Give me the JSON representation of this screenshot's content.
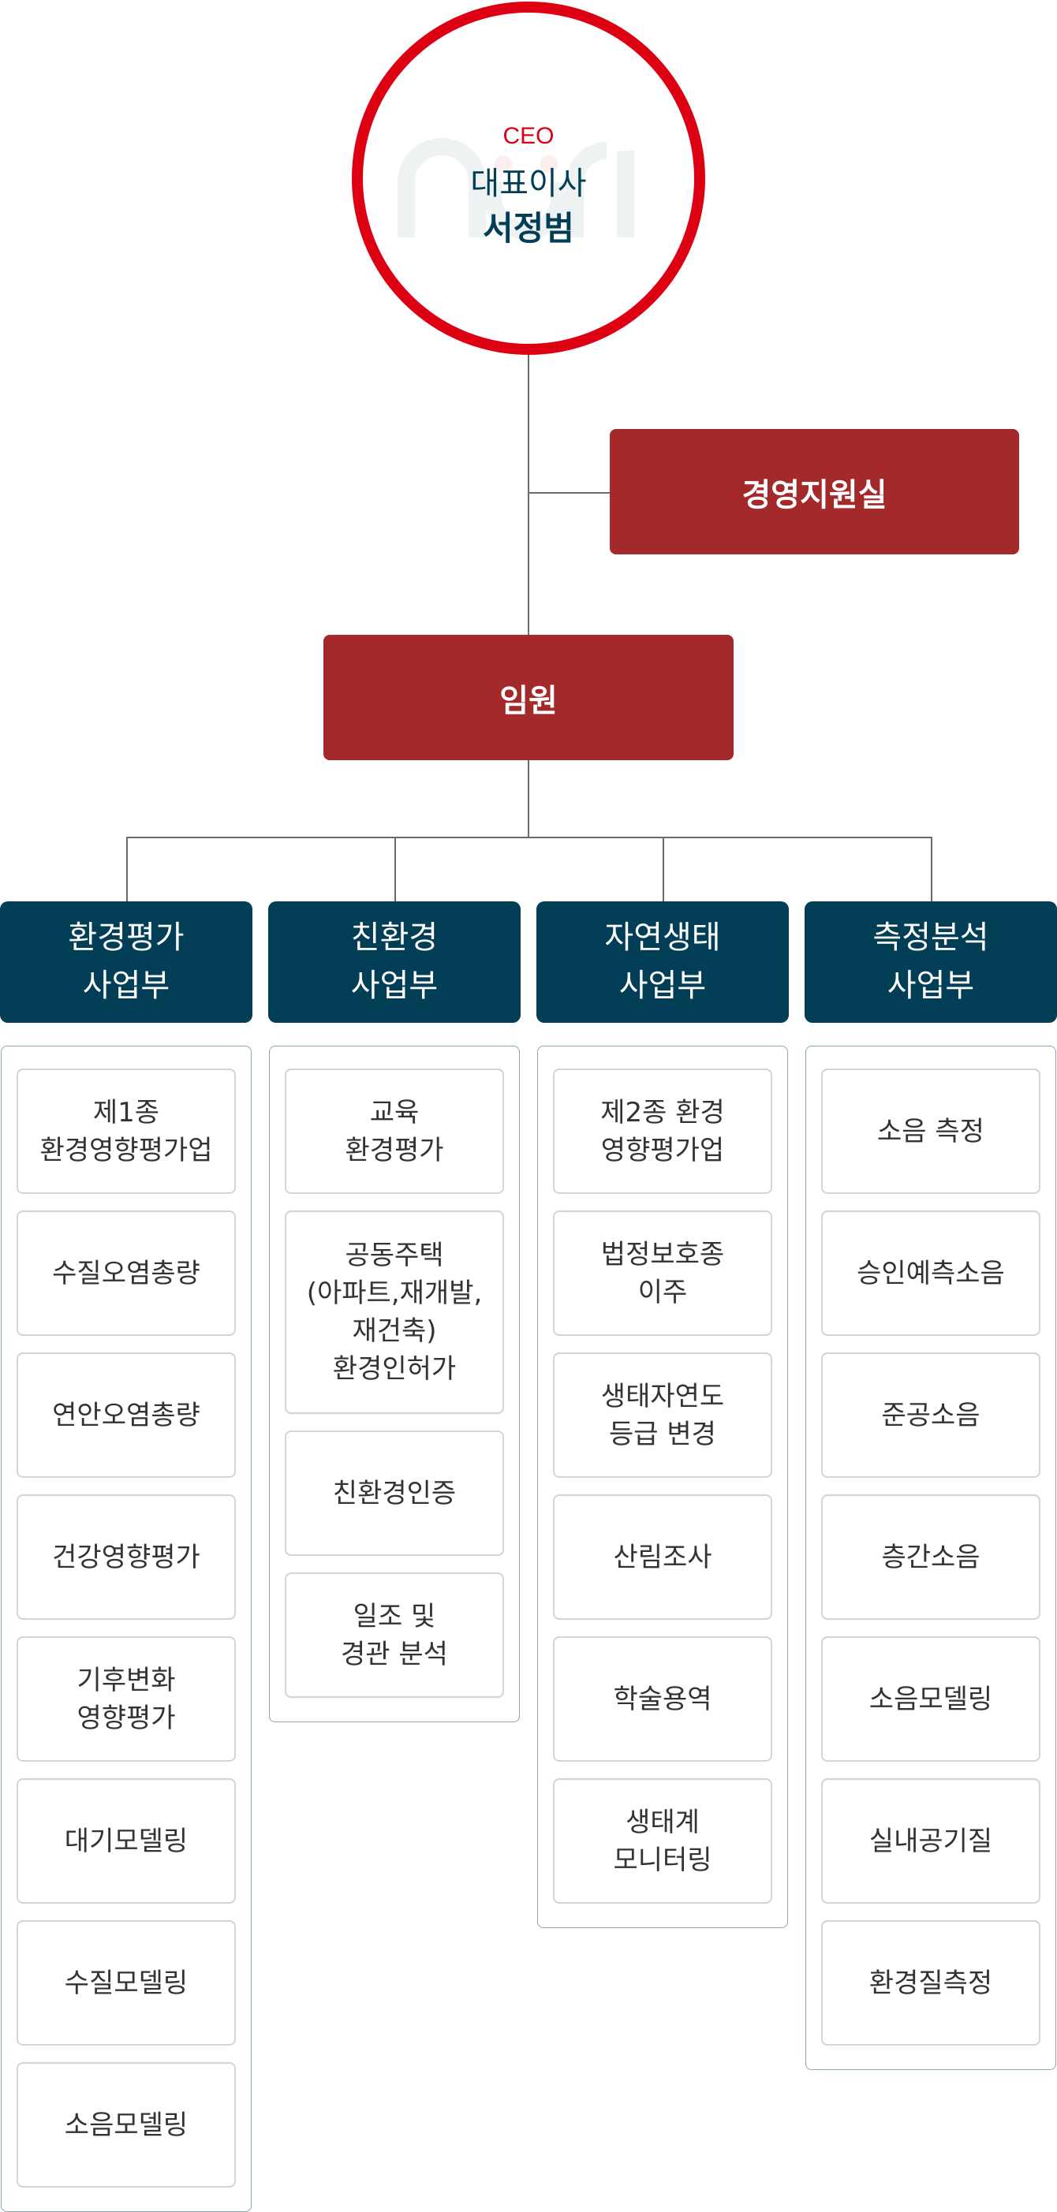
{
  "ceo": {
    "role": "CEO",
    "title": "대표이사",
    "name": "서정범",
    "watermark_logo": "nuri"
  },
  "support_office": "경영지원실",
  "executives": "임원",
  "colors": {
    "ceo_ring": "#dc0012",
    "red_box": "#a4292b",
    "dept": "#023e55",
    "panel_border": "#8ba6b4"
  },
  "departments": [
    {
      "name": "환경평가\n사업부",
      "items": [
        "제1종\n환경영향평가업",
        "수질오염총량",
        "연안오염총량",
        "건강영향평가",
        "기후변화\n영향평가",
        "대기모델링",
        "수질모델링",
        "소음모델링"
      ]
    },
    {
      "name": "친환경\n사업부",
      "items": [
        "교육\n환경평가",
        "공동주택\n(아파트,재개발,\n재건축)\n환경인허가",
        "친환경인증",
        "일조 및\n경관 분석"
      ]
    },
    {
      "name": "자연생태\n사업부",
      "items": [
        "제2종 환경\n영향평가업",
        "법정보호종\n이주",
        "생태자연도\n등급 변경",
        "산림조사",
        "학술용역",
        "생태계\n모니터링"
      ]
    },
    {
      "name": "측정분석\n사업부",
      "items": [
        "소음 측정",
        "승인예측소음",
        "준공소음",
        "층간소음",
        "소음모델링",
        "실내공기질",
        "환경질측정"
      ]
    }
  ]
}
